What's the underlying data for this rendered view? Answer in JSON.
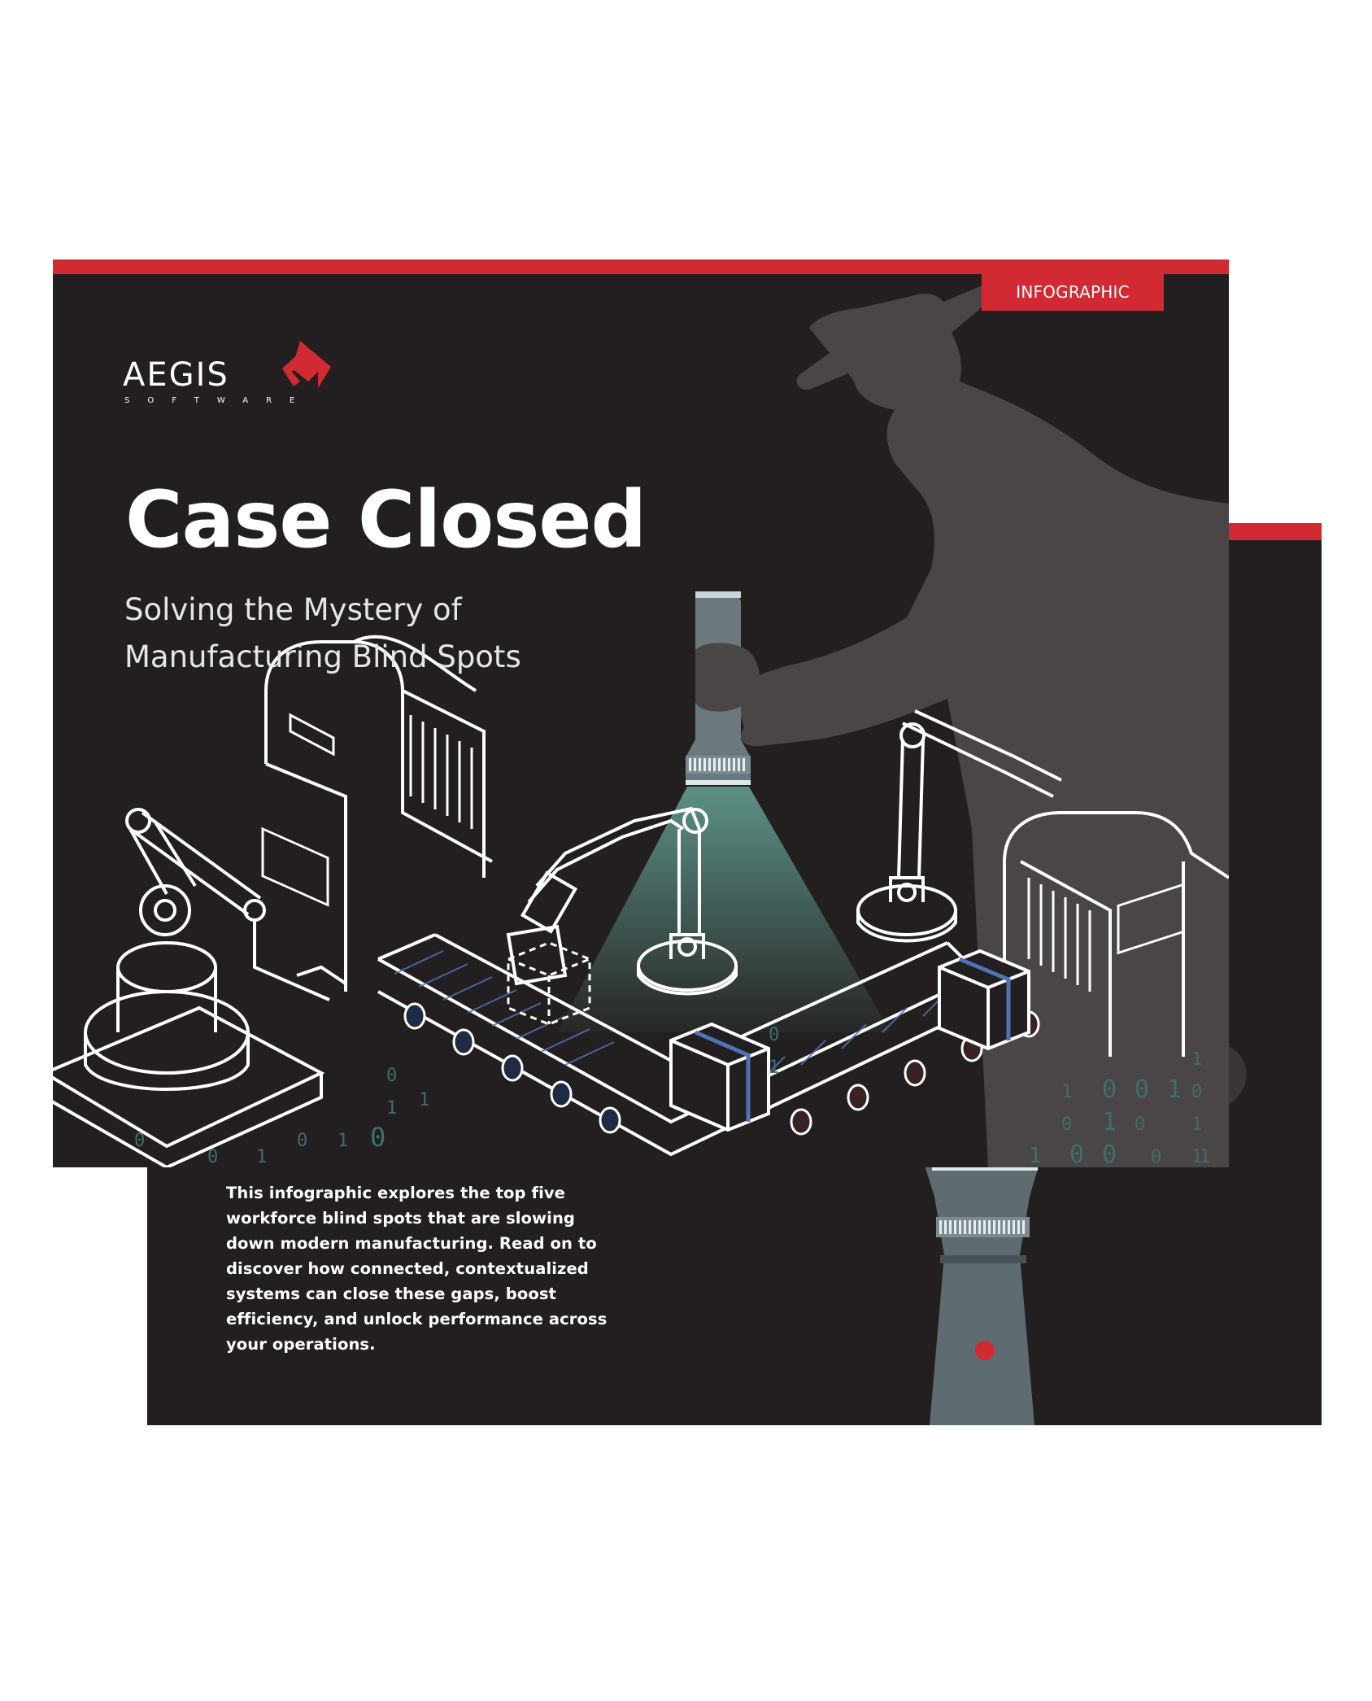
{
  "tag": {
    "label": "INFOGRAPHIC"
  },
  "logo": {
    "name": "AEGIS",
    "subtitle": "SOFTWARE"
  },
  "title": "Case Closed",
  "subtitle": "Solving the Mystery of Manufacturing Blind Spots",
  "intro": "This infographic explores the top five workforce blind spots that are slowing down modern manufacturing. Read on to discover how connected, contextualized systems can close these gaps, boost efficiency, and unlock performance across your operations.",
  "colors": {
    "brand_red": "#d12a32",
    "page_dark": "#231f20",
    "silhouette": "#4a4546",
    "flashlight": "#5e6b70",
    "beam": "#6fb6a8"
  },
  "illustration": {
    "binary_digits": [
      "0",
      "1",
      "1",
      "0",
      "0",
      "1",
      "0",
      "1",
      "1",
      "0",
      "0",
      "0",
      "1",
      "1",
      "0",
      "1",
      "0",
      "1",
      "1",
      "0",
      "0",
      "1",
      "0",
      "0",
      "1",
      "1",
      "0",
      "1"
    ]
  }
}
